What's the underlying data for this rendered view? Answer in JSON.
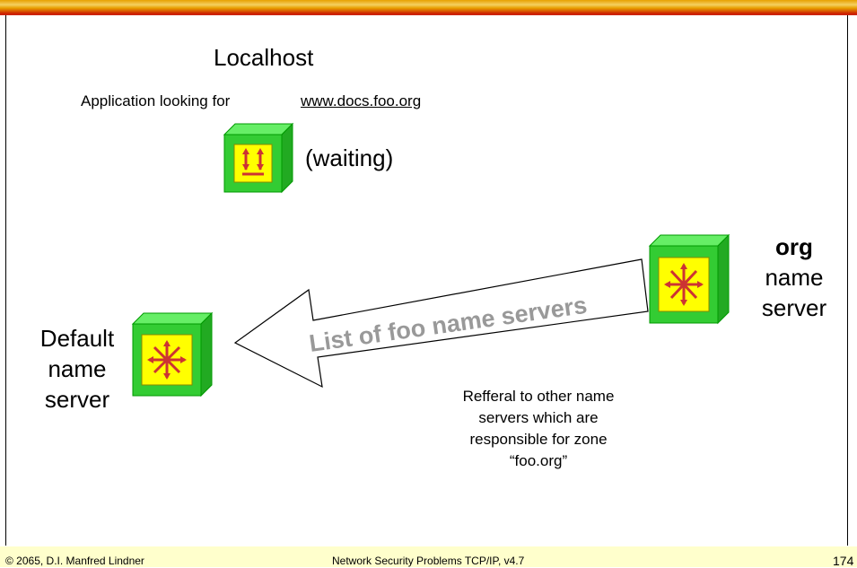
{
  "localhost": {
    "title": "Localhost",
    "application_prefix": "Application looking for",
    "application_url": "www.docs.foo.org",
    "status": "(waiting)"
  },
  "default_server": {
    "line1": "Default",
    "line2": "name",
    "line3": "server"
  },
  "org_server": {
    "line1": "org",
    "line2": "name",
    "line3": "server"
  },
  "arrow": {
    "label": "List of foo name servers"
  },
  "referral": {
    "line1": "Refferal to other name",
    "line2": "servers which are",
    "line3": "responsible for zone",
    "line4": "“foo.org”"
  },
  "footer": {
    "copyright": "© 2065, D.I. Manfred Lindner",
    "course": "Network Security Problems TCP/IP, v4.7",
    "page": "174"
  },
  "colors": {
    "box_green": "#33cc33",
    "box_yellow": "#ffff00",
    "arrow_red": "#cc3333",
    "label_gray": "#999999"
  },
  "icons": [
    "application-box-icon",
    "name-server-box-icon"
  ]
}
